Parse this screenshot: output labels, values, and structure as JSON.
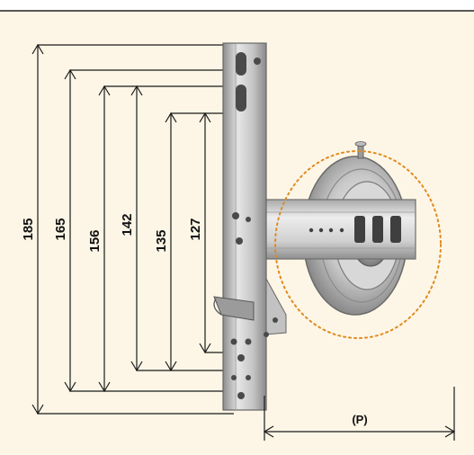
{
  "colors": {
    "background": "#fdf6e6",
    "top_rule": "#222222",
    "dimension_line": "#1a1a1a",
    "orbit_dotted": "#e08a1e",
    "metal_light": "#e4e4e4",
    "metal_mid": "#b9b9b9",
    "metal_dark": "#7a7a7a"
  },
  "dimensions": {
    "heights": [
      {
        "value": "185",
        "id": "185"
      },
      {
        "value": "165",
        "id": "165"
      },
      {
        "value": "156",
        "id": "156"
      },
      {
        "value": "142",
        "id": "142"
      },
      {
        "value": "135",
        "id": "135"
      },
      {
        "value": "127",
        "id": "127"
      }
    ],
    "projection_label": "(P)"
  },
  "icons": {
    "product": "pulley-bracket-icon"
  }
}
